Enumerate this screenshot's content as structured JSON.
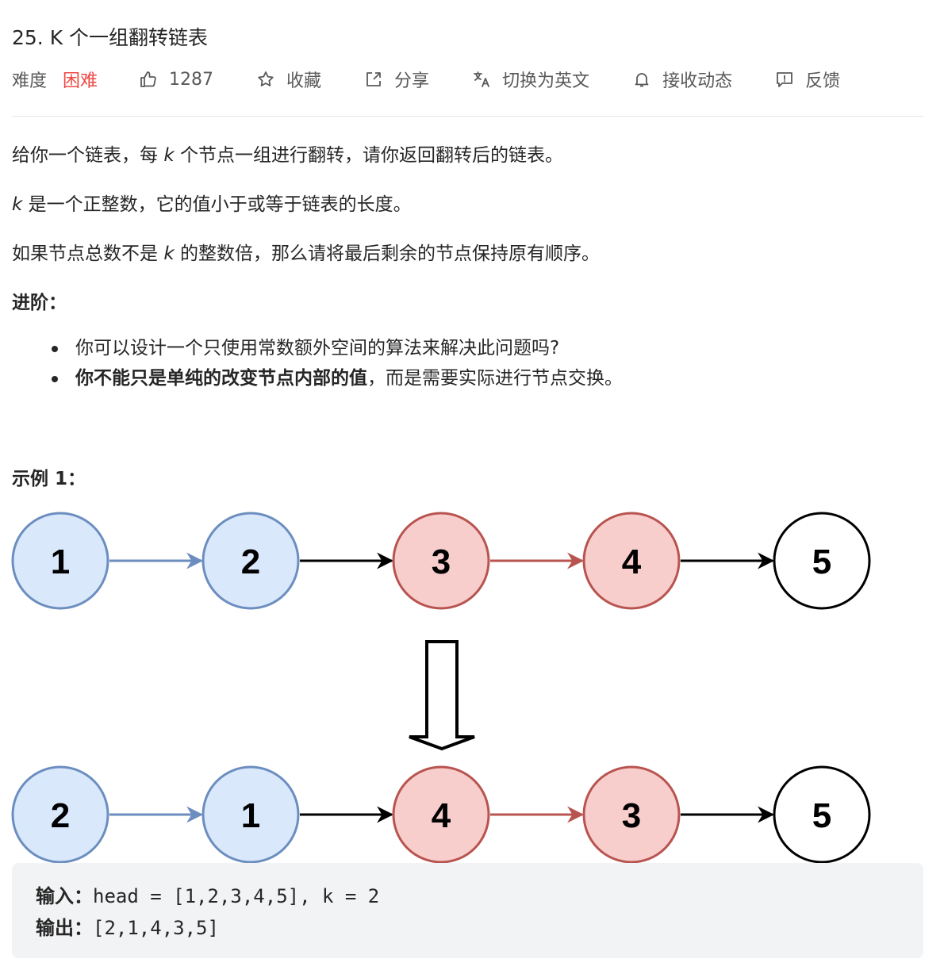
{
  "problem": {
    "title": "25. K 个一组翻转链表",
    "difficulty_label": "难度",
    "difficulty": "困难",
    "likes": "1287",
    "favorite": "收藏",
    "share": "分享",
    "switch_lang": "切换为英文",
    "subscribe": "接收动态",
    "feedback": "反馈"
  },
  "description": {
    "p1_a": "给你一个链表，每 ",
    "p1_k": "k",
    "p1_b": " 个节点一组进行翻转，请你返回翻转后的链表。",
    "p2_k": "k",
    "p2_b": " 是一个正整数，它的值小于或等于链表的长度。",
    "p3_a": "如果节点总数不是 ",
    "p3_k": "k",
    "p3_b": " 的整数倍，那么请将最后剩余的节点保持原有顺序。"
  },
  "advanced": {
    "title": "进阶：",
    "item1": "你可以设计一个只使用常数额外空间的算法来解决此问题吗?",
    "item2_bold": "你不能只是单纯的改变节点内部的值",
    "item2_rest": "，而是需要实际进行节点交换。"
  },
  "example": {
    "title": "示例 1：",
    "top_nodes": [
      "1",
      "2",
      "3",
      "4",
      "5"
    ],
    "bottom_nodes": [
      "2",
      "1",
      "4",
      "3",
      "5"
    ],
    "input_label": "输入：",
    "input_value": "head = [1,2,3,4,5], k = 2",
    "output_label": "输出：",
    "output_value": "[2,1,4,3,5]"
  },
  "colors": {
    "accent_hard": "#ef4743",
    "blue_fill": "#dae8fc",
    "blue_stroke": "#6c8ebf",
    "red_fill": "#f8cecc",
    "red_stroke": "#b85450"
  }
}
